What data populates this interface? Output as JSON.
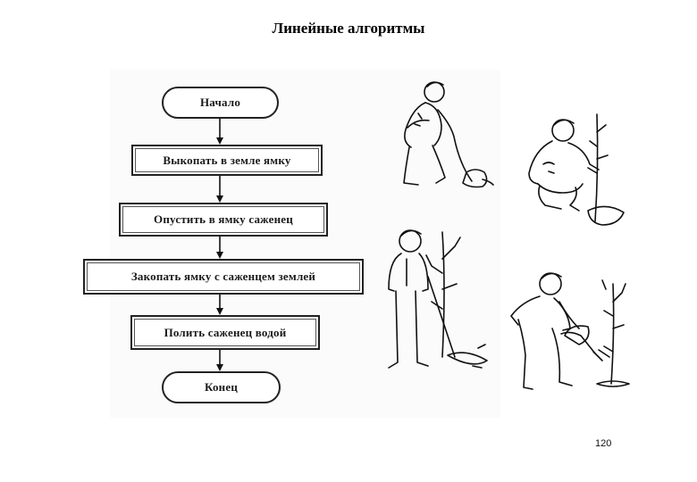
{
  "page": {
    "title": "Линейные алгоритмы",
    "page_number": "120"
  },
  "flowchart": {
    "start": "Начало",
    "steps": [
      "Выкопать в земле ямку",
      "Опустить в ямку саженец",
      "Закопать ямку с саженцем землей",
      "Полить саженец водой"
    ],
    "end": "Конец"
  }
}
